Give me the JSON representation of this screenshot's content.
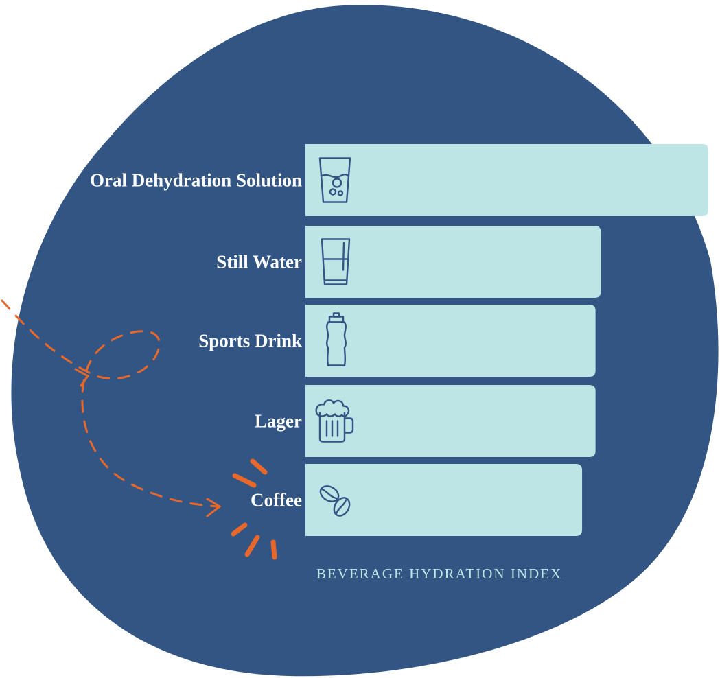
{
  "colors": {
    "blob": "#335584",
    "bar": "#bde5e5",
    "label": "#ffffff",
    "accent": "#e8682b",
    "icon": "#335584"
  },
  "chart_data": {
    "type": "bar",
    "orientation": "horizontal",
    "title": "",
    "xlabel": "BEVERAGE HYDRATION INDEX",
    "ylabel": "",
    "categories": [
      "Oral Dehydration Solution",
      "Still Water",
      "Sports Drink",
      "Lager",
      "Coffee"
    ],
    "values": [
      1.5,
      1.1,
      1.08,
      1.08,
      1.03
    ],
    "icons": [
      "sparkling-glass-icon",
      "water-glass-icon",
      "sports-bottle-icon",
      "beer-mug-icon",
      "coffee-beans-icon"
    ],
    "xlim": [
      0,
      1.5
    ],
    "grid": false,
    "legend": "none"
  }
}
